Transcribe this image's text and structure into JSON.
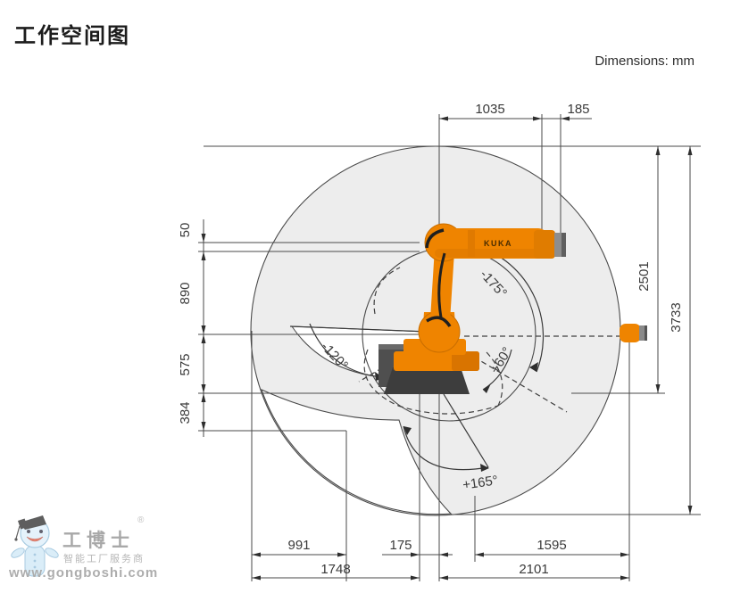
{
  "page": {
    "title": "工作空间图",
    "units_note": "Dimensions: mm"
  },
  "colors": {
    "robot_orange": "#ef8400",
    "robot_orange_dark": "#dd7300",
    "envelope_fill": "#ededed",
    "line": "#4a4a4a",
    "flange_gray": "#8d8d8d"
  },
  "diagram": {
    "brand_label": "KUKA",
    "dimensions": {
      "top": [
        "1035",
        "185"
      ],
      "left": [
        "50",
        "890",
        "575",
        "384"
      ],
      "right": [
        "2501",
        "3733"
      ],
      "bottom_row1": [
        "991",
        "175",
        "1595"
      ],
      "bottom_row2": [
        "1748",
        "2101"
      ]
    },
    "angles": {
      "upper_right": "-175°",
      "lower_right": "+60°",
      "lower_left": "-120°",
      "bottom": "+165°"
    }
  },
  "watermark": {
    "brand_cn": "工博士",
    "registered": "®",
    "tagline": "智能工厂服务商",
    "website": "www.gongboshi.com"
  }
}
